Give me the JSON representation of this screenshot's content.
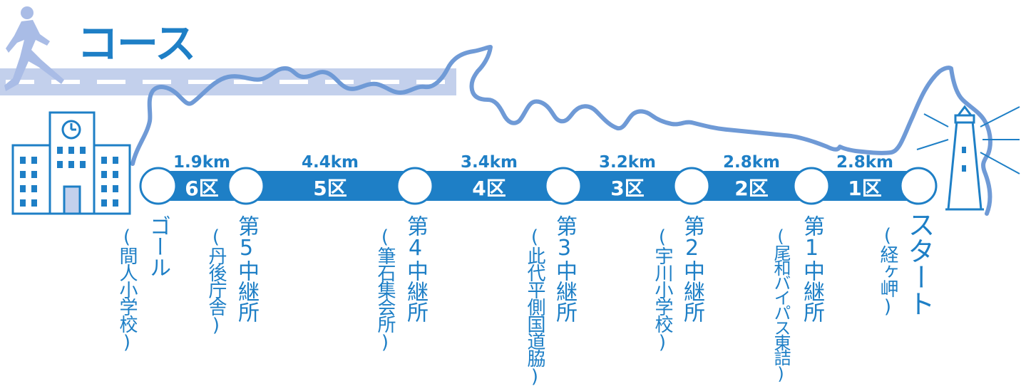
{
  "title": "コース",
  "colors": {
    "primary": "#1e7fc6",
    "coast": "#6f9ad6",
    "road": "#c3d0ec",
    "runner": "#a9bce6",
    "station_fill": "#ffffff"
  },
  "segments": [
    {
      "label": "6区",
      "distance": "1.9km"
    },
    {
      "label": "5区",
      "distance": "4.4km"
    },
    {
      "label": "4区",
      "distance": "3.4km"
    },
    {
      "label": "3区",
      "distance": "3.2km"
    },
    {
      "label": "2区",
      "distance": "2.8km"
    },
    {
      "label": "1区",
      "distance": "2.8km"
    }
  ],
  "stations": {
    "goal": {
      "name": "ゴール",
      "place": "(間人小学校)"
    },
    "relay5": {
      "name": "第5中継所",
      "place": "(丹後庁舎)"
    },
    "relay4": {
      "name": "第4中継所",
      "place": "(筆石集会所)"
    },
    "relay3": {
      "name": "第3中継所",
      "place": "(此代平側国道脇)"
    },
    "relay2": {
      "name": "第2中継所",
      "place": "(宇川小学校)"
    },
    "relay1": {
      "name": "第1中継所",
      "place": "(尾和バイパス東詰)"
    },
    "start": {
      "name": "スタート",
      "place": "(経ヶ岬)"
    }
  },
  "icons": [
    "runner-icon",
    "school-building-icon",
    "lighthouse-icon"
  ]
}
